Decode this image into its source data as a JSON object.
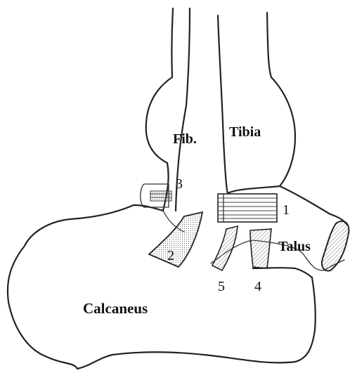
{
  "labels": {
    "fibula": "Fib.",
    "tibia": "Tibia",
    "talus": "Talus",
    "calcaneus": "Calcaneus",
    "lig1": "1",
    "lig2": "2",
    "lig3": "3",
    "lig4": "4",
    "lig5": "5"
  },
  "colors": {
    "ink": "#222222",
    "background": "#ffffff",
    "shading": "#9a9a9a"
  }
}
